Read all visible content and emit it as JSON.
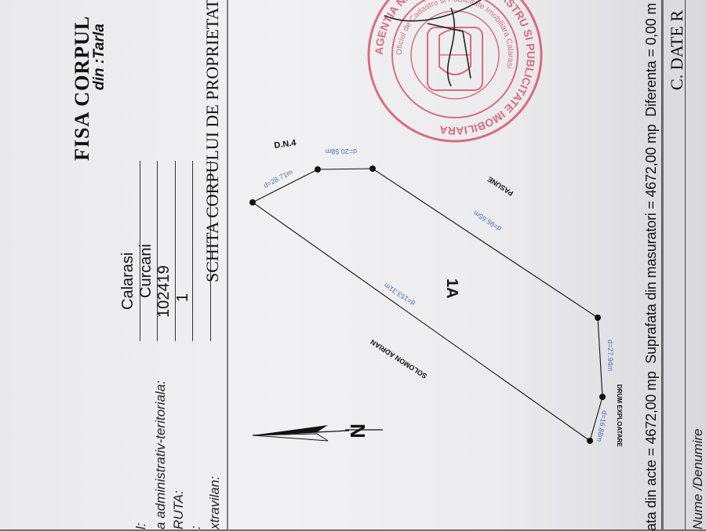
{
  "document": {
    "title": "FISA CORPUL",
    "subtitle": "din :Tarla",
    "fields": [
      {
        "label": "l:",
        "value": "Calarasi"
      },
      {
        "label": "a administrativ-teritoriala:",
        "value": "Curcani"
      },
      {
        "label": "RUTA:",
        "value": "102419"
      },
      {
        "label": ":",
        "value": "1"
      },
      {
        "label": "xtravilan:",
        "value": ""
      }
    ],
    "sketch_title": "SCHITA CORPULUI DE PROPRIETATE",
    "summary": {
      "acte": "ata din acte = 4672,00 mp",
      "masuratori": "Suprafata din masuratori = 4672,00 mp",
      "diferenta": "Diferenta = 0,00 m"
    },
    "section_c": "C. DATE R",
    "nume": "Nume /Denumire"
  },
  "plan": {
    "parcel_id": "1A",
    "north": "N",
    "neighbors": {
      "north": "D.N.4",
      "east": "PASUNE",
      "west": "SOLOMON ADRIAN",
      "south": "DRUM EXPLOATARE"
    },
    "distances": [
      "d=28.71m",
      "d=20.58m",
      "d=95.65m",
      "d=27.94m",
      "d=16.88m",
      "d=153.31m"
    ]
  },
  "stamp": {
    "outer": "AGENTIA NATIONALA DE CADASTRU SI PUBLICITATE IMOBILIARA",
    "inner": "Oficiul de Cadastru si Publicitate Imobiliara Calarasi"
  }
}
